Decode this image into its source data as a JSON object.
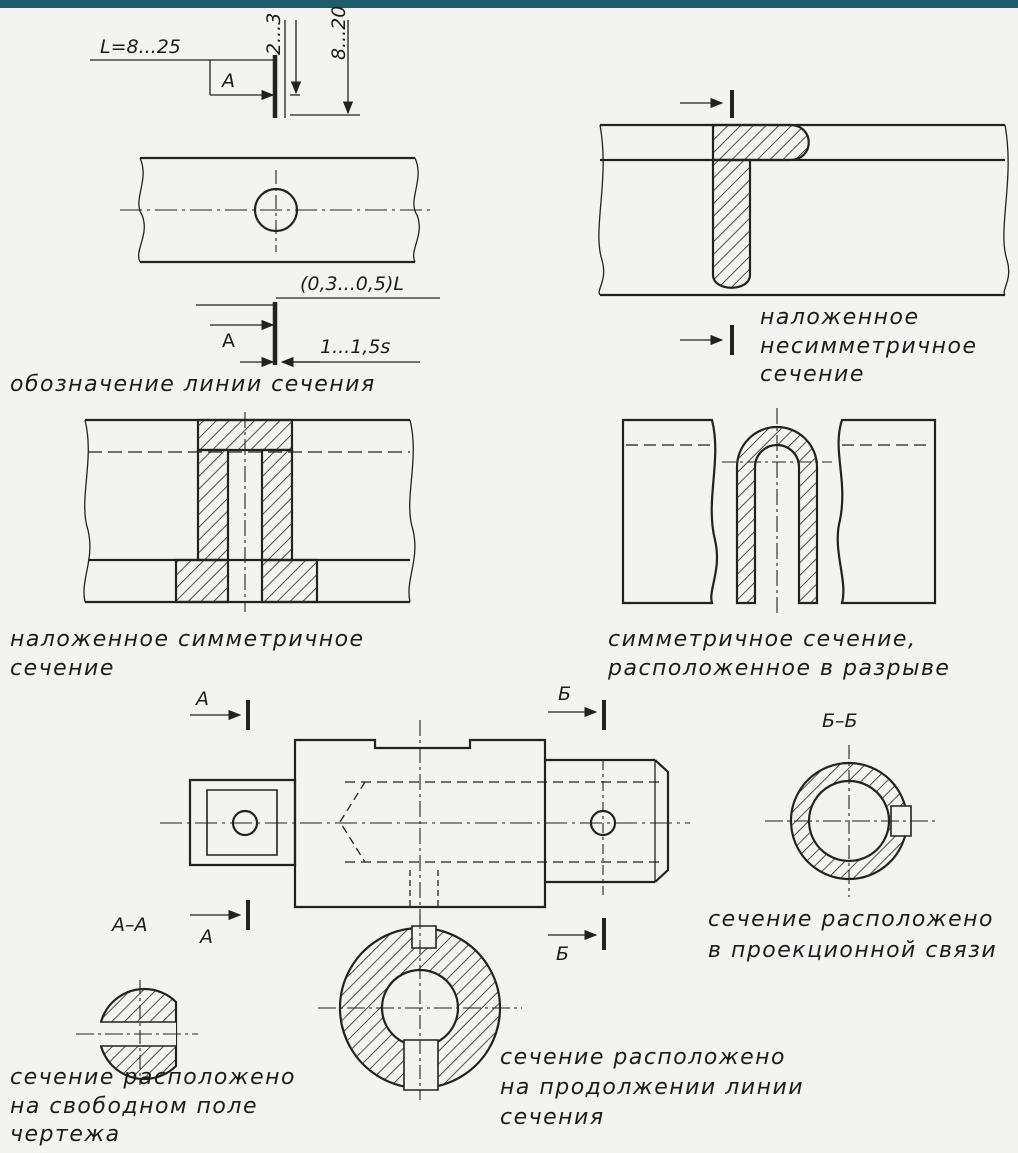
{
  "dimensions": {
    "L": "L=8...25",
    "v1": "2...3",
    "v2": "8...20",
    "frac": "(0,3...0,5)L",
    "s": "1...1,5s",
    "A": "A"
  },
  "captions": {
    "designation": "обозначение  линии  сечения",
    "superimposed_asym_1": "наложенное",
    "superimposed_asym_2": "несимметричное",
    "superimposed_asym_3": "сечение",
    "superimposed_sym_1": "наложенное  симметричное",
    "superimposed_sym_2": "сечение",
    "break_sym_1": "симметричное  сечение,",
    "break_sym_2": "расположенное  в разрыве",
    "projection_1": "сечение  расположено",
    "projection_2": "в проекционной  связи",
    "continuation_1": "сечение  расположено",
    "continuation_2": "на продолжении  линии",
    "continuation_3": "сечения",
    "free_field_1": "сечение  расположено",
    "free_field_2": "на свободном  поле",
    "free_field_3": "чертежа"
  },
  "section_marks": {
    "A_top": "А",
    "A_bottom": "А",
    "B_top": "Б",
    "B_bottom": "Б",
    "title_AA": "А–А",
    "title_BB": "Б–Б"
  }
}
